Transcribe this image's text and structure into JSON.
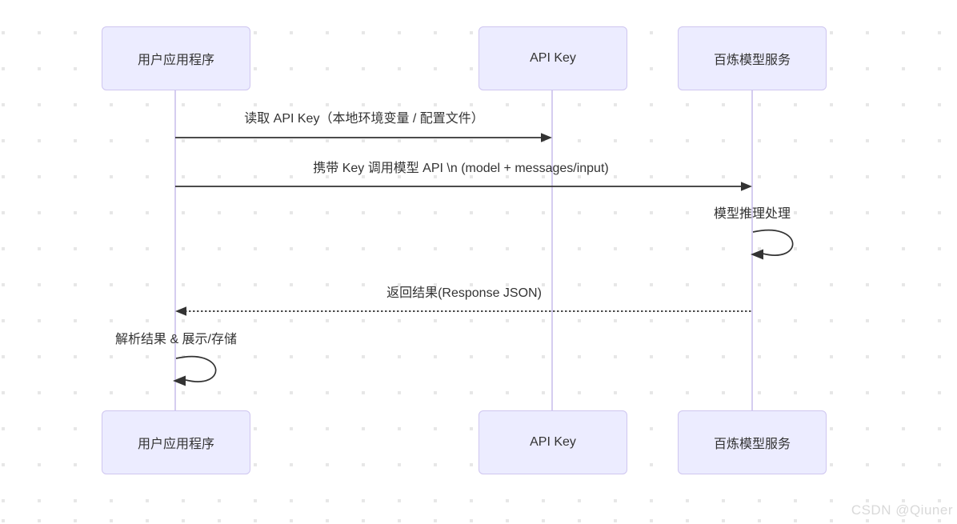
{
  "diagram": {
    "type": "sequence",
    "actors": [
      {
        "id": "user-app",
        "label": "用户应用程序"
      },
      {
        "id": "api-key",
        "label": "API Key"
      },
      {
        "id": "bailian-service",
        "label": "百炼模型服务"
      }
    ],
    "messages": [
      {
        "from": "用户应用程序",
        "to": "API Key",
        "style": "solid-arrow",
        "label": "读取 API Key（本地环境变量 / 配置文件）"
      },
      {
        "from": "用户应用程序",
        "to": "百炼模型服务",
        "style": "solid-arrow",
        "label": "携带 Key 调用模型 API \\n (model + messages/input)"
      },
      {
        "from": "百炼模型服务",
        "to": "百炼模型服务",
        "style": "self-loop",
        "label": "模型推理处理"
      },
      {
        "from": "百炼模型服务",
        "to": "用户应用程序",
        "style": "dotted-arrow",
        "label": "返回结果(Response JSON)"
      },
      {
        "from": "用户应用程序",
        "to": "用户应用程序",
        "style": "self-loop",
        "label": "解析结果 & 展示/存储"
      }
    ],
    "colors": {
      "actor_fill": "#ECECFF",
      "actor_border": "#CFC6F0",
      "lifeline": "#D5CDF0",
      "arrow": "#333333",
      "text": "#333333",
      "dot_grid": "#E7E7E7"
    }
  },
  "watermark": {
    "text": "CSDN @Qiuner"
  }
}
